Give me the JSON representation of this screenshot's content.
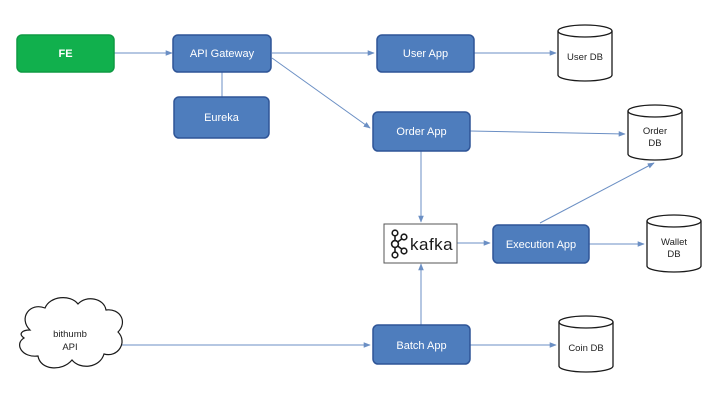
{
  "nodes": {
    "fe": "FE",
    "api_gateway": "API Gateway",
    "eureka": "Eureka",
    "user_app": "User App",
    "order_app": "Order App",
    "execution_app": "Execution App",
    "batch_app": "Batch App",
    "kafka": "kafka",
    "bithumb_api": [
      "bithumb",
      "API"
    ],
    "user_db": "User DB",
    "order_db": [
      "Order",
      "DB"
    ],
    "wallet_db": [
      "Wallet",
      "DB"
    ],
    "coin_db": "Coin DB"
  },
  "colors": {
    "service_box": "#4e7dbd",
    "service_border": "#2f5597",
    "frontend_box": "#11b04d",
    "edge": "#6b8fc4"
  }
}
